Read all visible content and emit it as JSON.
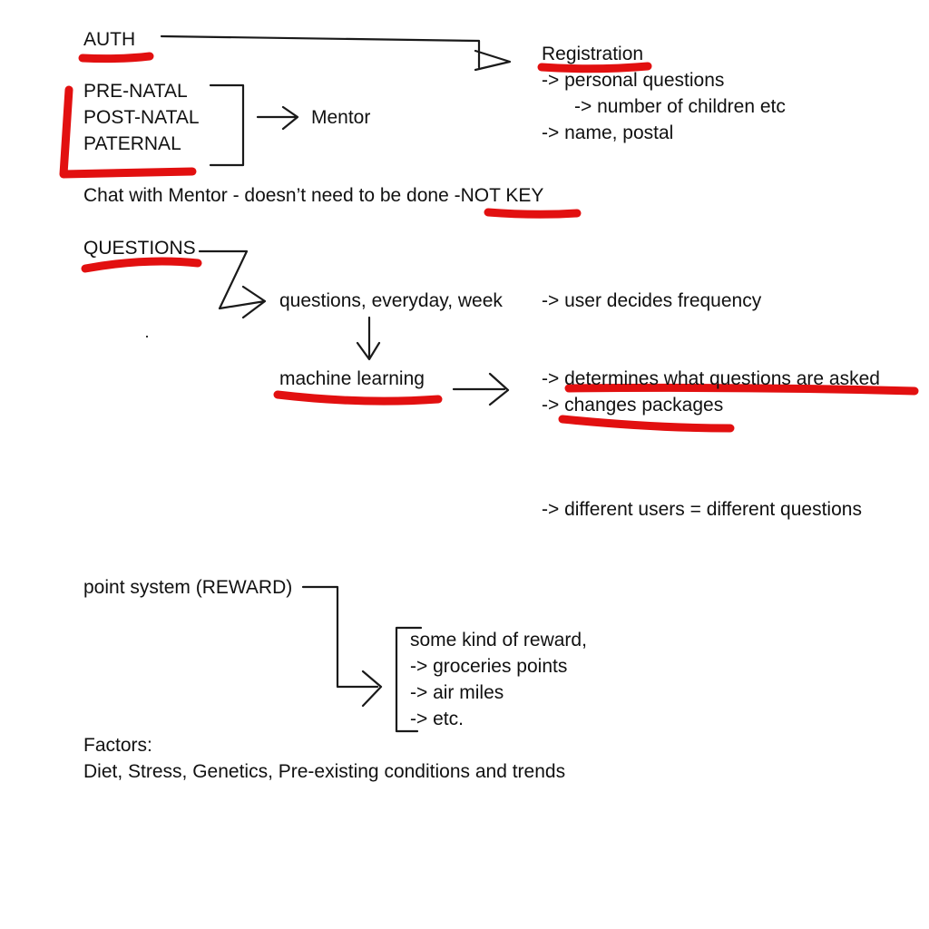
{
  "auth": {
    "label": "AUTH",
    "registration": {
      "title": "Registration",
      "lines": [
        "-> personal questions",
        "-> number of children etc",
        "-> name, postal"
      ]
    }
  },
  "stages": {
    "items": [
      "PRE-NATAL",
      "POST-NATAL",
      "PATERNAL"
    ],
    "target": "Mentor"
  },
  "chat_note": {
    "prefix": "Chat with Mentor - doesn’t need to be done ",
    "highlight": "-NOT KEY"
  },
  "questions": {
    "label": "QUESTIONS",
    "frequency": "questions, everyday, week",
    "frequency_note": "-> user decides frequency",
    "ml": "machine learning",
    "ml_effects": [
      "-> determines what questions are asked",
      "-> changes packages"
    ],
    "ml_note": "-> different users = different questions"
  },
  "reward": {
    "label": "point system (REWARD)",
    "items": [
      "some kind of reward,",
      "-> groceries points",
      "-> air miles",
      "-> etc."
    ]
  },
  "factors": {
    "label": "Factors:",
    "list": "Diet, Stress, Genetics, Pre-existing conditions and trends"
  },
  "colors": {
    "ink": "#1a1a1a",
    "highlight": "#e21010"
  }
}
